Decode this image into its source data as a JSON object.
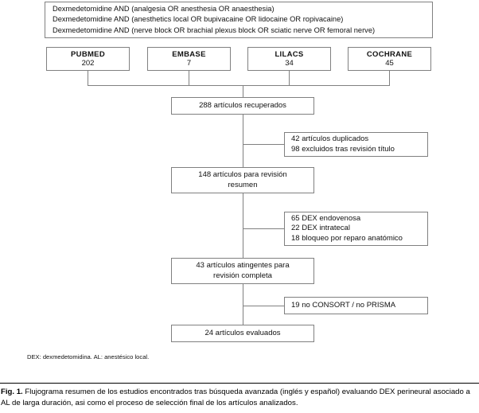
{
  "figure": {
    "query_lines": [
      "Dexmedetomidine AND (analgesia OR anesthesia OR anaesthesia)",
      "Dexmedetomidine AND (anesthetics local OR bupivacaine OR lidocaine OR ropivacaine)",
      "Dexmedetomidine AND (nerve block OR brachial plexus block OR sciatic nerve OR femoral nerve)"
    ],
    "databases": [
      {
        "name": "PUBMED",
        "count": "202"
      },
      {
        "name": "EMBASE",
        "count": "7"
      },
      {
        "name": "LILACS",
        "count": "34"
      },
      {
        "name": "COCHRANE",
        "count": "45"
      }
    ],
    "stages": {
      "retrieved": {
        "lines": [
          "288 artículos recuperados"
        ]
      },
      "abstract_review": {
        "lines": [
          "148 artículos para revisión",
          "resumen"
        ]
      },
      "full_review": {
        "lines": [
          "43 artículos atingentes para",
          "revisión completa"
        ]
      },
      "evaluated": {
        "lines": [
          "24 artículos evaluados"
        ]
      }
    },
    "exclusions": {
      "duplicates": {
        "lines": [
          "42 artículos duplicados",
          "98 excluidos tras revisión título"
        ]
      },
      "dex_route": {
        "lines": [
          "65 DEX endovenosa",
          "22 DEX intratecal",
          "18 bloqueo por reparo anatómico"
        ]
      },
      "reporting": {
        "lines": [
          "19 no CONSORT / no PRISMA"
        ]
      }
    },
    "footnote": "DEX: dexmedetomidina. AL: anestésico local.",
    "caption": {
      "label": "Fig. 1.",
      "text": "Flujograma resumen de los estudios encontrados tras búsqueda avanzada (inglés y español) evaluando DEX perineural asociado a AL de larga duración, asi como el proceso de selección final de los artículos analizados."
    },
    "colors": {
      "border": "#808080",
      "text": "#111111",
      "background": "#ffffff",
      "rule": "#000000"
    }
  }
}
